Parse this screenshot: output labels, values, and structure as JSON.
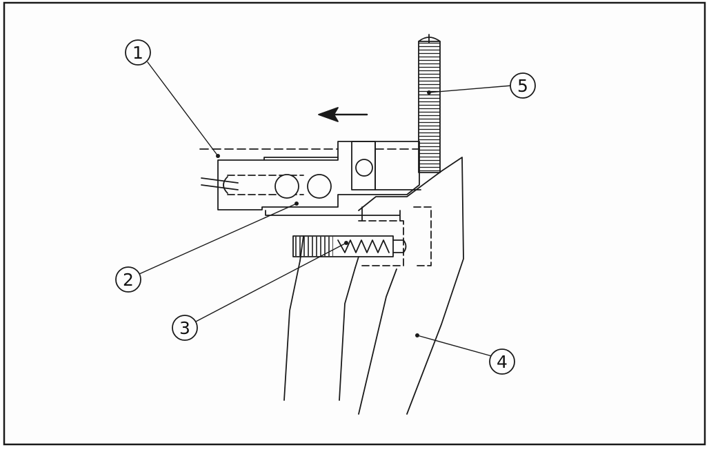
{
  "callouts": [
    {
      "id": "1",
      "label": "1"
    },
    {
      "id": "2",
      "label": "2"
    },
    {
      "id": "3",
      "label": "3"
    },
    {
      "id": "4",
      "label": "4"
    },
    {
      "id": "5",
      "label": "5"
    }
  ],
  "colors": {
    "ink": "#1a1a1a",
    "paper": "#fdfdfd"
  }
}
